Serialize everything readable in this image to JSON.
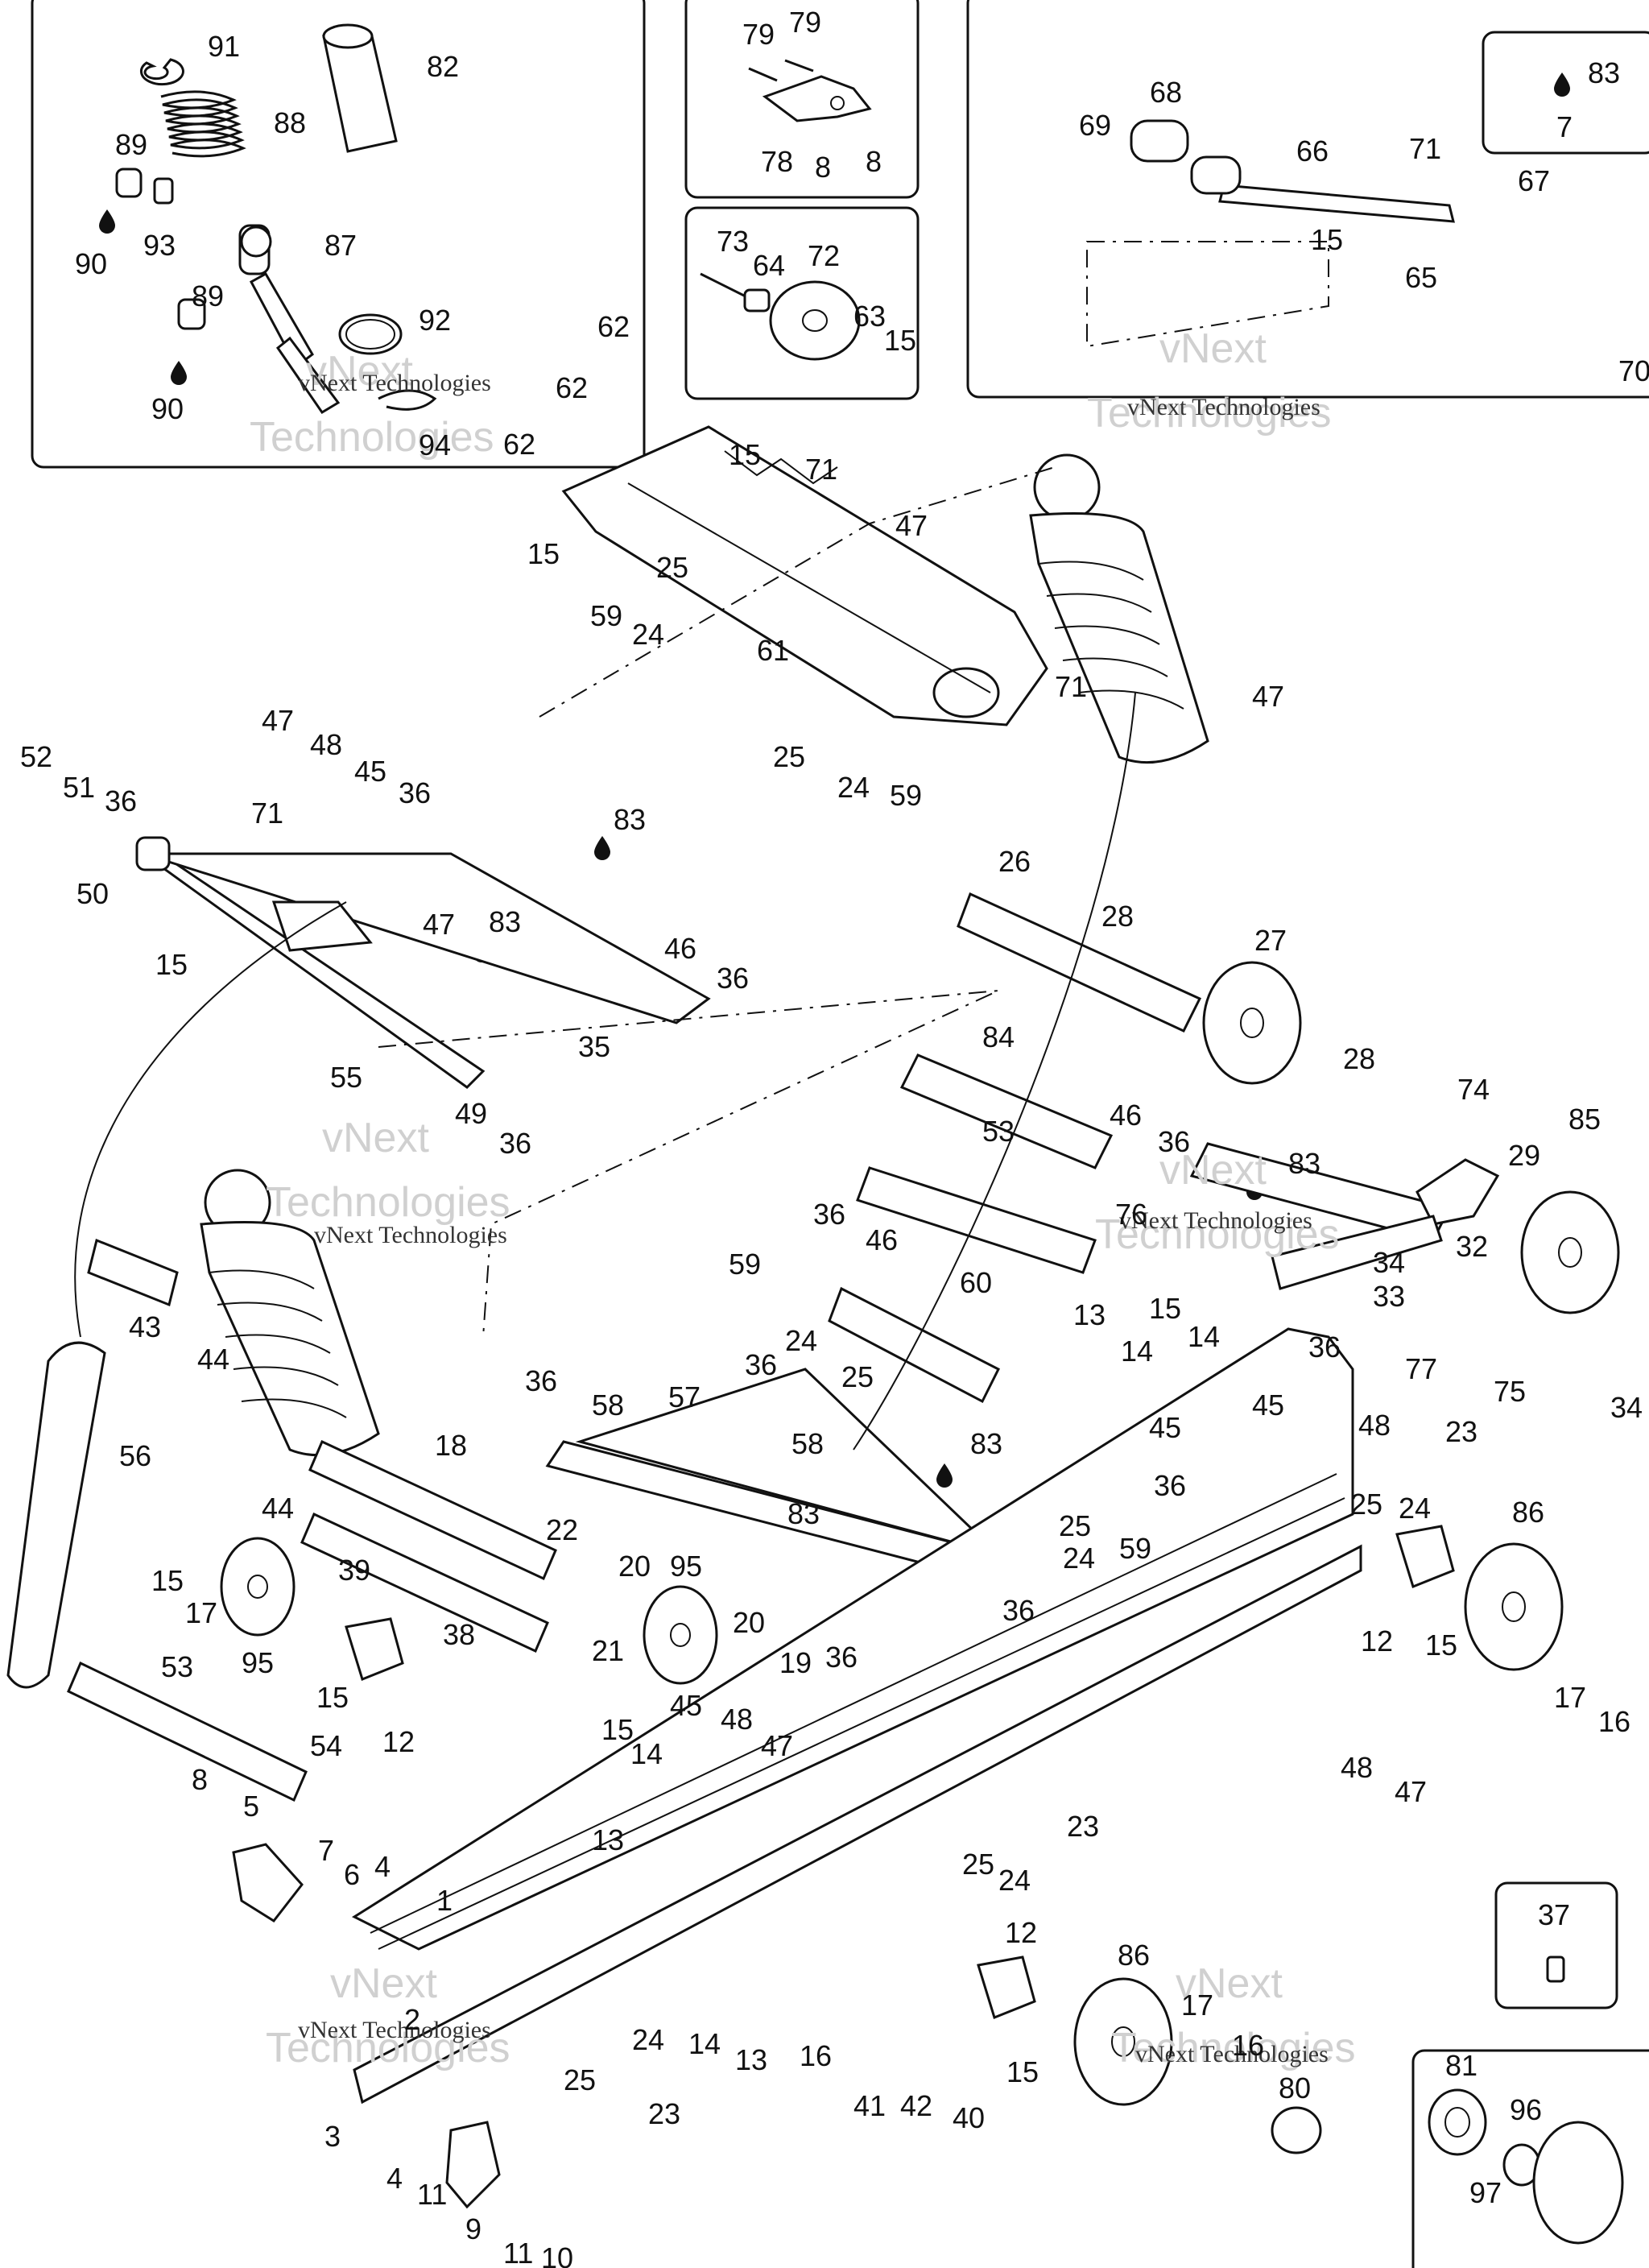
{
  "watermark": {
    "company": "vNext Technologies",
    "line1": "vNext",
    "line2": "Technologies"
  },
  "callouts": [
    {
      "id": "c91",
      "text": "91"
    },
    {
      "id": "c82",
      "text": "82"
    },
    {
      "id": "c88",
      "text": "88"
    },
    {
      "id": "c89a",
      "text": "89"
    },
    {
      "id": "c93",
      "text": "93"
    },
    {
      "id": "c90a",
      "text": "90"
    },
    {
      "id": "c87",
      "text": "87"
    },
    {
      "id": "c89b",
      "text": "89"
    },
    {
      "id": "c92",
      "text": "92"
    },
    {
      "id": "c90b",
      "text": "90"
    },
    {
      "id": "c94",
      "text": "94"
    },
    {
      "id": "c79a",
      "text": "79"
    },
    {
      "id": "c79b",
      "text": "79"
    },
    {
      "id": "c78",
      "text": "78"
    },
    {
      "id": "c8a",
      "text": "8"
    },
    {
      "id": "c8b",
      "text": "8"
    },
    {
      "id": "c73",
      "text": "73"
    },
    {
      "id": "c64",
      "text": "64"
    },
    {
      "id": "c72",
      "text": "72"
    },
    {
      "id": "c63",
      "text": "63"
    },
    {
      "id": "c15a",
      "text": "15"
    },
    {
      "id": "c68",
      "text": "68"
    },
    {
      "id": "c69",
      "text": "69"
    },
    {
      "id": "c66",
      "text": "66"
    },
    {
      "id": "c71a",
      "text": "71"
    },
    {
      "id": "c83a",
      "text": "83"
    },
    {
      "id": "c7a",
      "text": "7"
    },
    {
      "id": "c67",
      "text": "67"
    },
    {
      "id": "c15b",
      "text": "15"
    },
    {
      "id": "c65",
      "text": "65"
    },
    {
      "id": "c70",
      "text": "70"
    },
    {
      "id": "c62a",
      "text": "62"
    },
    {
      "id": "c62b",
      "text": "62"
    },
    {
      "id": "c62c",
      "text": "62"
    },
    {
      "id": "c15c",
      "text": "15"
    },
    {
      "id": "c15d",
      "text": "15"
    },
    {
      "id": "c71b",
      "text": "71"
    },
    {
      "id": "c47a",
      "text": "47"
    },
    {
      "id": "c25a",
      "text": "25"
    },
    {
      "id": "c59a",
      "text": "59"
    },
    {
      "id": "c24a",
      "text": "24"
    },
    {
      "id": "c61",
      "text": "61"
    },
    {
      "id": "c71c",
      "text": "71"
    },
    {
      "id": "c47b",
      "text": "47"
    },
    {
      "id": "c25b",
      "text": "25"
    },
    {
      "id": "c24b",
      "text": "24"
    },
    {
      "id": "c59b",
      "text": "59"
    },
    {
      "id": "c52",
      "text": "52"
    },
    {
      "id": "c51",
      "text": "51"
    },
    {
      "id": "c36a",
      "text": "36"
    },
    {
      "id": "c50",
      "text": "50"
    },
    {
      "id": "c47c",
      "text": "47"
    },
    {
      "id": "c48a",
      "text": "48"
    },
    {
      "id": "c45a",
      "text": "45"
    },
    {
      "id": "c36b",
      "text": "36"
    },
    {
      "id": "c71d",
      "text": "71"
    },
    {
      "id": "c83b",
      "text": "83"
    },
    {
      "id": "c47d",
      "text": "47"
    },
    {
      "id": "c83c",
      "text": "83"
    },
    {
      "id": "c15e",
      "text": "15"
    },
    {
      "id": "c46a",
      "text": "46"
    },
    {
      "id": "c36c",
      "text": "36"
    },
    {
      "id": "c55",
      "text": "55"
    },
    {
      "id": "c35",
      "text": "35"
    },
    {
      "id": "c49",
      "text": "49"
    },
    {
      "id": "c36d",
      "text": "36"
    },
    {
      "id": "c26",
      "text": "26"
    },
    {
      "id": "c28a",
      "text": "28"
    },
    {
      "id": "c27",
      "text": "27"
    },
    {
      "id": "c84",
      "text": "84"
    },
    {
      "id": "c53a",
      "text": "53"
    },
    {
      "id": "c28b",
      "text": "28"
    },
    {
      "id": "c74",
      "text": "74"
    },
    {
      "id": "c46b",
      "text": "46"
    },
    {
      "id": "c36e",
      "text": "36"
    },
    {
      "id": "c83d",
      "text": "83"
    },
    {
      "id": "c76",
      "text": "76"
    },
    {
      "id": "c29",
      "text": "29"
    },
    {
      "id": "c85",
      "text": "85"
    },
    {
      "id": "c34a",
      "text": "34"
    },
    {
      "id": "c32",
      "text": "32"
    },
    {
      "id": "c33",
      "text": "33"
    },
    {
      "id": "c36f",
      "text": "36"
    },
    {
      "id": "c77",
      "text": "77"
    },
    {
      "id": "c75",
      "text": "75"
    },
    {
      "id": "c34b",
      "text": "34"
    },
    {
      "id": "c43",
      "text": "43"
    },
    {
      "id": "c44a",
      "text": "44"
    },
    {
      "id": "c56",
      "text": "56"
    },
    {
      "id": "c36g",
      "text": "36"
    },
    {
      "id": "c46c",
      "text": "46"
    },
    {
      "id": "c60",
      "text": "60"
    },
    {
      "id": "c59c",
      "text": "59"
    },
    {
      "id": "c24c",
      "text": "24"
    },
    {
      "id": "c36h",
      "text": "36"
    },
    {
      "id": "c25c",
      "text": "25"
    },
    {
      "id": "c13a",
      "text": "13"
    },
    {
      "id": "c15f",
      "text": "15"
    },
    {
      "id": "c14a",
      "text": "14"
    },
    {
      "id": "c14b",
      "text": "14"
    },
    {
      "id": "c36i",
      "text": "36"
    },
    {
      "id": "c58a",
      "text": "58"
    },
    {
      "id": "c57",
      "text": "57"
    },
    {
      "id": "c58b",
      "text": "58"
    },
    {
      "id": "c83e",
      "text": "83"
    },
    {
      "id": "c45b",
      "text": "45"
    },
    {
      "id": "c83f",
      "text": "83"
    },
    {
      "id": "c45c",
      "text": "45"
    },
    {
      "id": "c36j",
      "text": "36"
    },
    {
      "id": "c25d",
      "text": "25"
    },
    {
      "id": "c24d",
      "text": "24"
    },
    {
      "id": "c59d",
      "text": "59"
    },
    {
      "id": "c36k",
      "text": "36"
    },
    {
      "id": "c36l",
      "text": "36"
    },
    {
      "id": "c48b",
      "text": "48"
    },
    {
      "id": "c23a",
      "text": "23"
    },
    {
      "id": "c25e",
      "text": "25"
    },
    {
      "id": "c24e",
      "text": "24"
    },
    {
      "id": "c44b",
      "text": "44"
    },
    {
      "id": "c18",
      "text": "18"
    },
    {
      "id": "c15g",
      "text": "15"
    },
    {
      "id": "c17a",
      "text": "17"
    },
    {
      "id": "c39",
      "text": "39"
    },
    {
      "id": "c22",
      "text": "22"
    },
    {
      "id": "c20a",
      "text": "20"
    },
    {
      "id": "c95a",
      "text": "95"
    },
    {
      "id": "c95b",
      "text": "95"
    },
    {
      "id": "c38",
      "text": "38"
    },
    {
      "id": "c21",
      "text": "21"
    },
    {
      "id": "c20b",
      "text": "20"
    },
    {
      "id": "c19",
      "text": "19"
    },
    {
      "id": "c15h",
      "text": "15"
    },
    {
      "id": "c12a",
      "text": "12"
    },
    {
      "id": "c86a",
      "text": "86"
    },
    {
      "id": "c12b",
      "text": "12"
    },
    {
      "id": "c15i",
      "text": "15"
    },
    {
      "id": "c17b",
      "text": "17"
    },
    {
      "id": "c16a",
      "text": "16"
    },
    {
      "id": "c53b",
      "text": "53"
    },
    {
      "id": "c54",
      "text": "54"
    },
    {
      "id": "c8c",
      "text": "8"
    },
    {
      "id": "c5",
      "text": "5"
    },
    {
      "id": "c7b",
      "text": "7"
    },
    {
      "id": "c6",
      "text": "6"
    },
    {
      "id": "c4a",
      "text": "4"
    },
    {
      "id": "c1",
      "text": "1"
    },
    {
      "id": "c2",
      "text": "2"
    },
    {
      "id": "c15j",
      "text": "15"
    },
    {
      "id": "c45d",
      "text": "45"
    },
    {
      "id": "c48c",
      "text": "48"
    },
    {
      "id": "c47e",
      "text": "47"
    },
    {
      "id": "c14c",
      "text": "14"
    },
    {
      "id": "c13b",
      "text": "13"
    },
    {
      "id": "c48d",
      "text": "48"
    },
    {
      "id": "c47f",
      "text": "47"
    },
    {
      "id": "c23b",
      "text": "23"
    },
    {
      "id": "c25f",
      "text": "25"
    },
    {
      "id": "c24f",
      "text": "24"
    },
    {
      "id": "c37",
      "text": "37"
    },
    {
      "id": "c12c",
      "text": "12"
    },
    {
      "id": "c86b",
      "text": "86"
    },
    {
      "id": "c14d",
      "text": "14"
    },
    {
      "id": "c13c",
      "text": "13"
    },
    {
      "id": "c16b",
      "text": "16"
    },
    {
      "id": "c41",
      "text": "41"
    },
    {
      "id": "c42",
      "text": "42"
    },
    {
      "id": "c40",
      "text": "40"
    },
    {
      "id": "c15k",
      "text": "15"
    },
    {
      "id": "c17c",
      "text": "17"
    },
    {
      "id": "c16c",
      "text": "16"
    },
    {
      "id": "c80",
      "text": "80"
    },
    {
      "id": "c81",
      "text": "81"
    },
    {
      "id": "c96",
      "text": "96"
    },
    {
      "id": "c97",
      "text": "97"
    },
    {
      "id": "c24g",
      "text": "24"
    },
    {
      "id": "c25g",
      "text": "25"
    },
    {
      "id": "c23c",
      "text": "23"
    },
    {
      "id": "c3",
      "text": "3"
    },
    {
      "id": "c4b",
      "text": "4"
    },
    {
      "id": "c11a",
      "text": "11"
    },
    {
      "id": "c9",
      "text": "9"
    },
    {
      "id": "c11b",
      "text": "11"
    },
    {
      "id": "c10",
      "text": "10"
    }
  ]
}
